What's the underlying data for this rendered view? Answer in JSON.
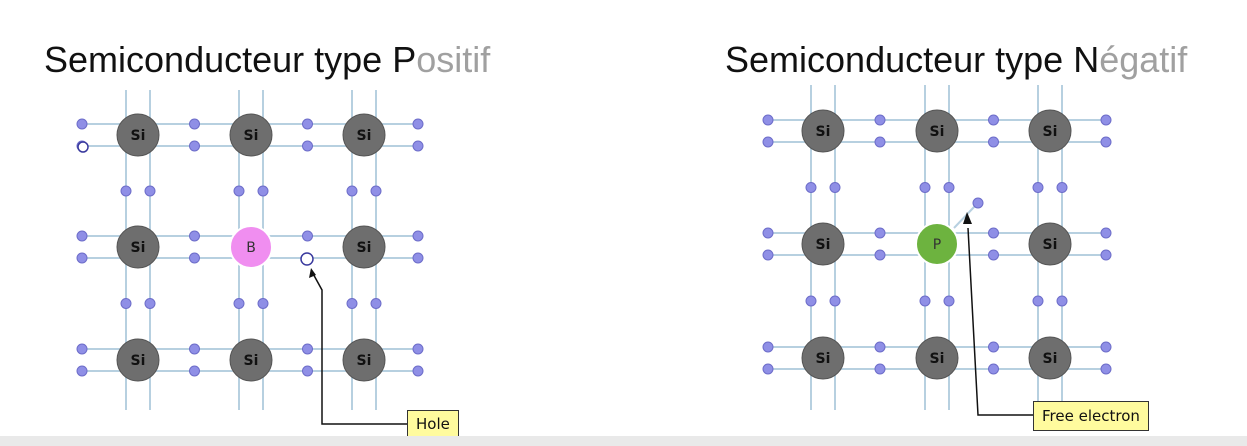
{
  "left_panel": {
    "title_main": "Semiconducteur type P",
    "title_dim": "ositif",
    "dopant_label": "B",
    "host_label": "Si",
    "callout": "Hole"
  },
  "right_panel": {
    "title_main": "Semiconducteur type N",
    "title_dim": "égatif",
    "dopant_label": "P",
    "host_label": "Si",
    "callout": "Free electron"
  },
  "colors": {
    "si_atom": "#6e6e6e",
    "boron_atom": "#f08ef0",
    "phosphorus_atom": "#6db33f",
    "electron": "#8f8fe6",
    "bond_line": "#b7d0e0",
    "callout_bg": "#fffb9e"
  }
}
